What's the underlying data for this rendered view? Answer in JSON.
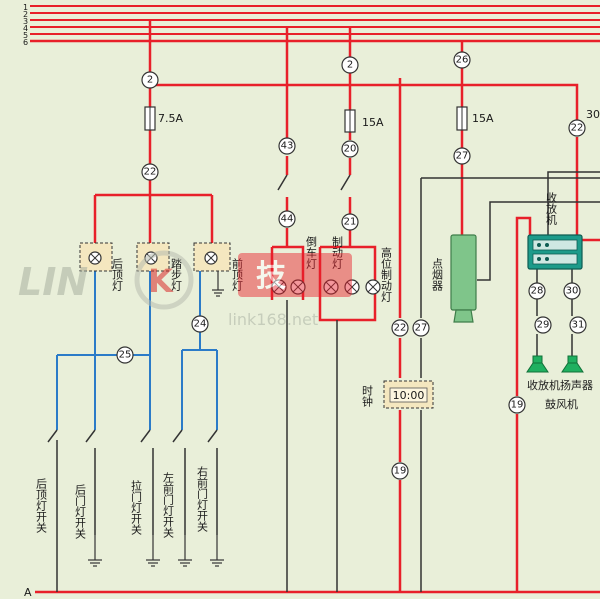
{
  "bus_numbers": [
    "1",
    "2",
    "3",
    "4",
    "5",
    "6"
  ],
  "bus_a_label": "A",
  "circle_labels": {
    "c2a": "2",
    "c22a": "22",
    "c43": "43",
    "c44": "44",
    "c2b": "2",
    "c20": "20",
    "c21": "21",
    "c26": "26",
    "c27a": "27",
    "c30a": "30",
    "c22b": "22",
    "c24": "24",
    "c25": "25",
    "c22c": "22",
    "c27b": "27",
    "c28": "28",
    "c30b": "30",
    "c29": "29",
    "c31": "31",
    "c19a": "19",
    "c19b": "19"
  },
  "fuse_labels": {
    "f1": "7.5A",
    "f2": "15A",
    "f3": "15A"
  },
  "component_labels": {
    "rear_dome": "后顶灯",
    "step": "踏步灯",
    "front_dome": "前顶灯",
    "reverse": "倒车灯",
    "brake": "制动灯",
    "high_brake": "高位制动灯",
    "lighter": "点烟器",
    "radio": "收放机",
    "clock": "时钟",
    "clock_display": "10:00",
    "radio_speaker": "收放机扬声器",
    "blower": "鼓风机"
  },
  "switch_labels": {
    "s1": "后顶灯开关",
    "s2": "后门灯开关",
    "s3": "拉门灯开关",
    "s4": "左前门灯开关",
    "s5": "右前门灯开关"
  },
  "watermark": {
    "left": "LIN",
    "center": "技",
    "right": "K",
    "url": "link168.net"
  },
  "colors": {
    "power": "#e8202a",
    "ground": "#2b7bc8",
    "neutral": "#333333",
    "lighter": "#7fc58a",
    "radio": "#1d9b8a",
    "background": "#e9efd9"
  }
}
